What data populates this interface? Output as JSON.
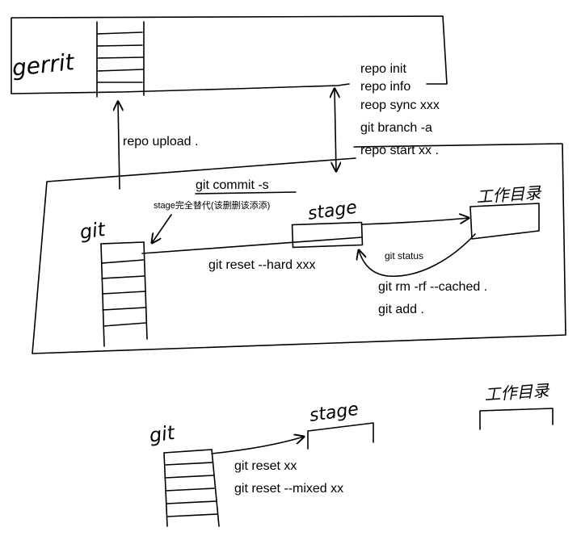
{
  "top": {
    "gerrit_label": "gerrit",
    "repo_commands": [
      "repo init",
      "repo info",
      "reop sync xxx",
      "git branch -a",
      "repo start xx ."
    ],
    "upload_label": "repo upload ."
  },
  "middle": {
    "git_label": "git",
    "commit_label": "git commit -s",
    "stage_replace_note": "stage完全替代(该删删该添添)",
    "stage_label": "stage",
    "workdir_label": "工作目录",
    "reset_hard_label": "git reset --hard xxx",
    "status_label": "git status",
    "rm_cached_label": "git rm -rf --cached .",
    "add_label": "git add ."
  },
  "bottom": {
    "git_label": "git",
    "stage_label": "stage",
    "workdir_label": "工作目录",
    "reset_label": "git reset xx",
    "reset_mixed_label": "git reset --mixed xx"
  },
  "colors": {
    "ink": "#000000",
    "background": "#ffffff"
  }
}
